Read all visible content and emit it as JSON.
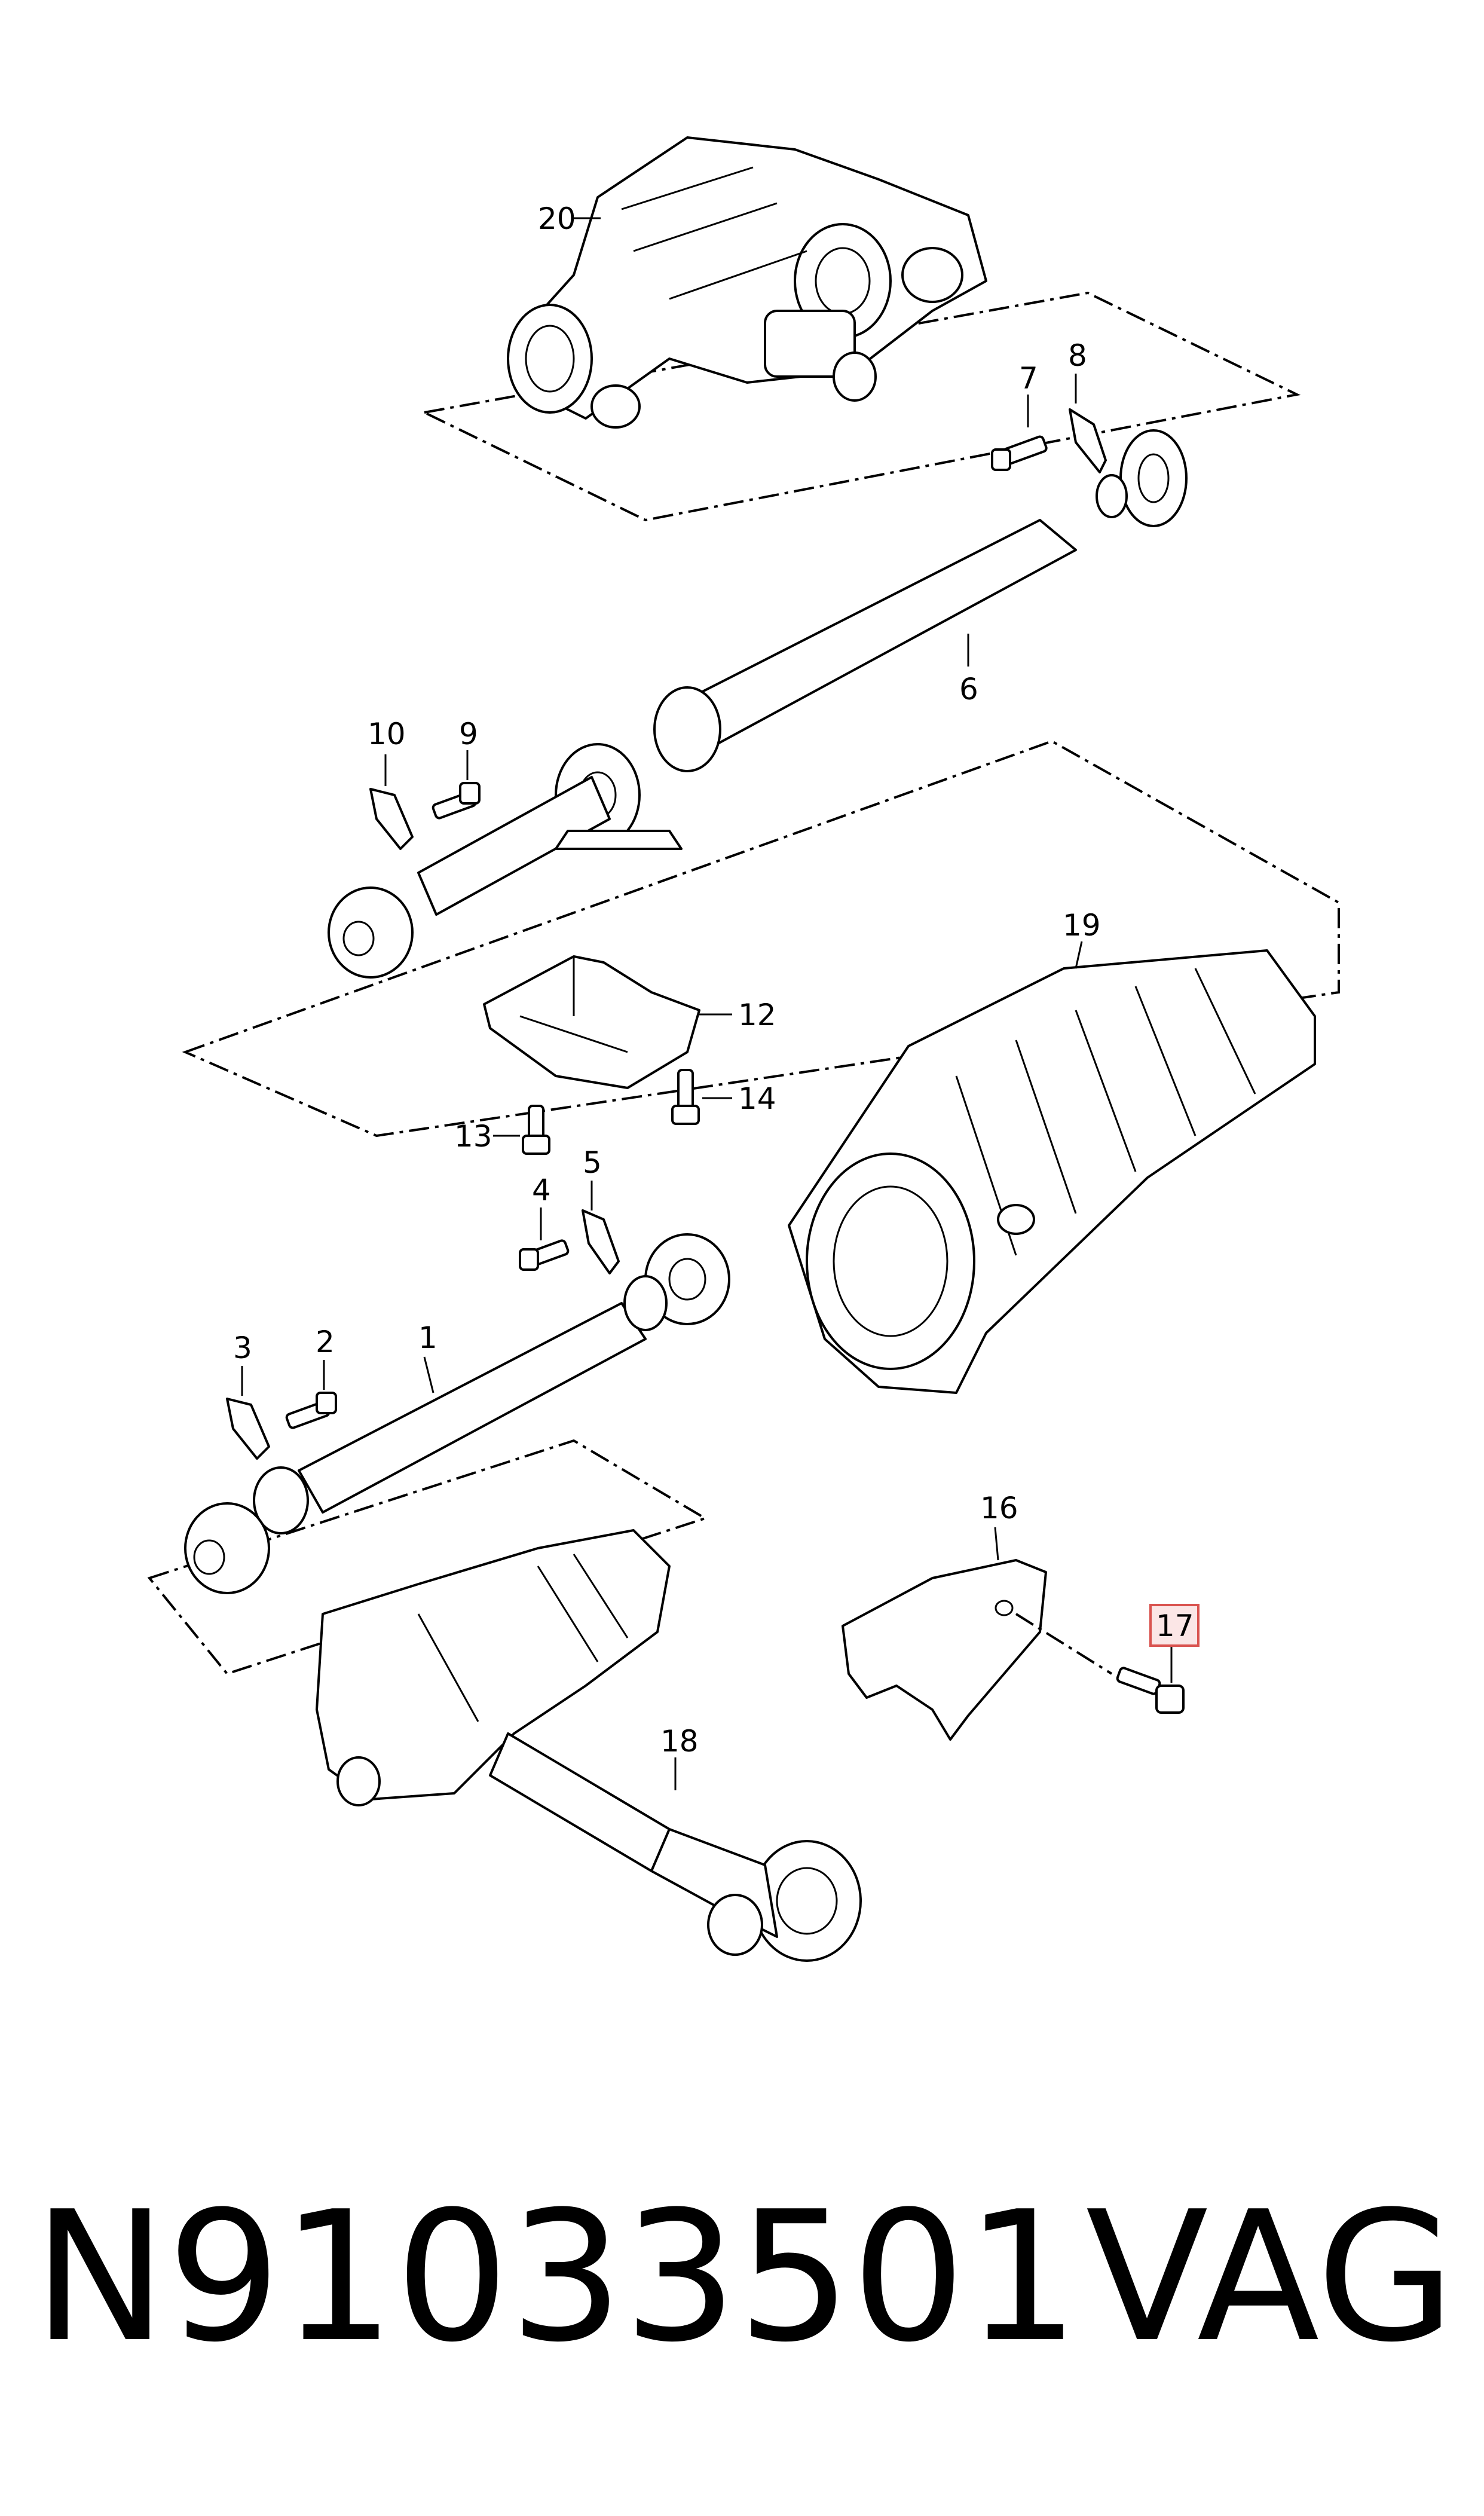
{
  "callouts": {
    "c1": "1",
    "c2": "2",
    "c3": "3",
    "c4": "4",
    "c5": "5",
    "c6": "6",
    "c7": "7",
    "c8": "8",
    "c9": "9",
    "c10": "10",
    "c12": "12",
    "c13": "13",
    "c14": "14",
    "c16": "16",
    "c17": "17",
    "c18": "18",
    "c19": "19",
    "c20": "20"
  },
  "highlighted_callout": "17",
  "highlight_color": "#d9534f",
  "footer": {
    "part_number": "N91033501",
    "brand": "VAG"
  }
}
